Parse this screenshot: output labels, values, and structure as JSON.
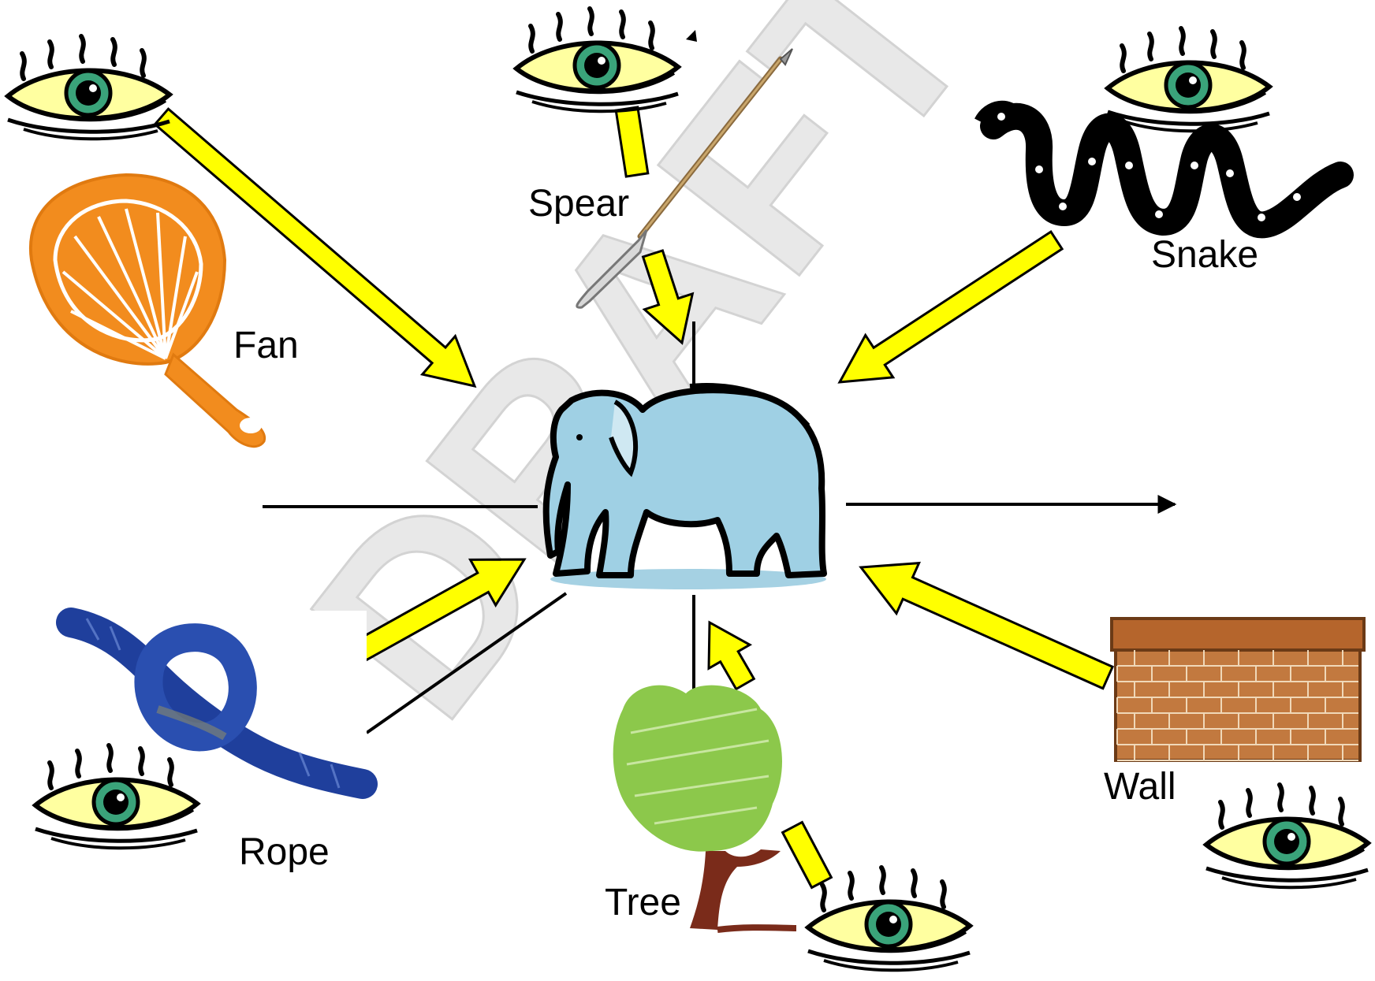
{
  "colors": {
    "arrow_fill": "#ffff00",
    "arrow_stroke": "#000000",
    "eye_lid": "#ffffa0",
    "eye_iris": "#3aa37a",
    "fan": "#f28c1e",
    "elephant": "#8fc6dc",
    "rope": "#1f3f9c",
    "tree_leaves": "#8cc84b",
    "tree_trunk": "#7a2b1a",
    "wall_brick": "#c2793f",
    "snake": "#000000",
    "watermark": "#e6e6e6"
  },
  "watermark": {
    "text": "DRAFT"
  },
  "center": {
    "icon": "elephant-icon"
  },
  "items": {
    "fan": {
      "label": "Fan",
      "icon": "fan-icon"
    },
    "spear": {
      "label": "Spear",
      "icon": "spear-icon"
    },
    "snake": {
      "label": "Snake",
      "icon": "snake-icon"
    },
    "rope": {
      "label": "Rope",
      "icon": "rope-icon"
    },
    "tree": {
      "label": "Tree",
      "icon": "tree-icon"
    },
    "wall": {
      "label": "Wall",
      "icon": "wall-icon"
    }
  },
  "observers": {
    "icon": "eye-icon",
    "count": 6
  }
}
